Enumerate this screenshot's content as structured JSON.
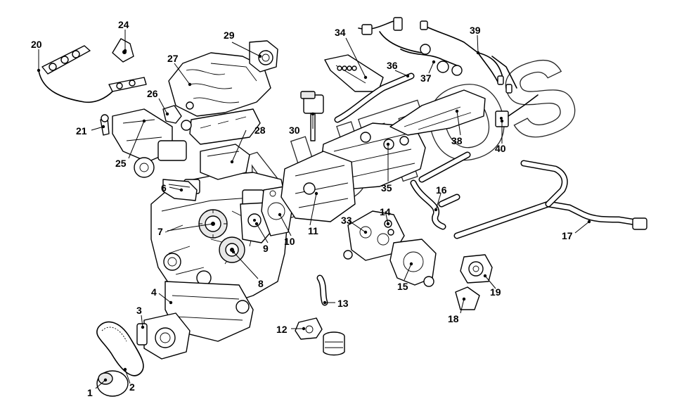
{
  "diagram": {
    "callouts": [
      {
        "id": "1",
        "label": "1"
      },
      {
        "id": "2",
        "label": "2"
      },
      {
        "id": "3",
        "label": "3"
      },
      {
        "id": "4",
        "label": "4"
      },
      {
        "id": "6",
        "label": "6"
      },
      {
        "id": "7",
        "label": "7"
      },
      {
        "id": "8",
        "label": "8"
      },
      {
        "id": "9",
        "label": "9"
      },
      {
        "id": "10",
        "label": "10"
      },
      {
        "id": "11",
        "label": "11"
      },
      {
        "id": "12",
        "label": "12"
      },
      {
        "id": "13",
        "label": "13"
      },
      {
        "id": "14",
        "label": "14"
      },
      {
        "id": "15",
        "label": "15"
      },
      {
        "id": "16",
        "label": "16"
      },
      {
        "id": "17",
        "label": "17"
      },
      {
        "id": "18",
        "label": "18"
      },
      {
        "id": "19",
        "label": "19"
      },
      {
        "id": "20",
        "label": "20"
      },
      {
        "id": "21",
        "label": "21"
      },
      {
        "id": "24",
        "label": "24"
      },
      {
        "id": "25",
        "label": "25"
      },
      {
        "id": "26",
        "label": "26"
      },
      {
        "id": "27",
        "label": "27"
      },
      {
        "id": "28",
        "label": "28"
      },
      {
        "id": "29",
        "label": "29"
      },
      {
        "id": "30",
        "label": "30"
      },
      {
        "id": "33",
        "label": "33"
      },
      {
        "id": "34",
        "label": "34"
      },
      {
        "id": "35",
        "label": "35"
      },
      {
        "id": "36",
        "label": "36"
      },
      {
        "id": "37",
        "label": "37"
      },
      {
        "id": "38",
        "label": "38"
      },
      {
        "id": "39",
        "label": "39"
      },
      {
        "id": "40",
        "label": "40"
      }
    ],
    "watermark": "AUTOS"
  }
}
